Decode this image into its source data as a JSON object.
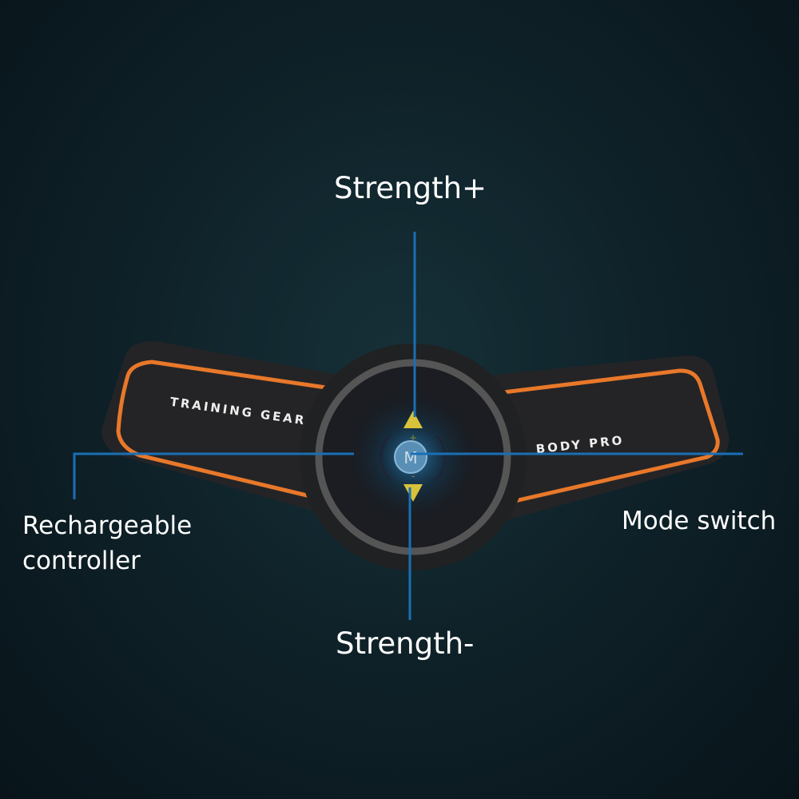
{
  "labels": {
    "strength_plus": "Strength+",
    "strength_minus": "Strength-",
    "controller_line1": "Rechargeable",
    "controller_line2": "controller",
    "mode_switch": "Mode switch"
  },
  "device": {
    "left_wing_text": "TRAINING GEAR",
    "right_wing_text": "BODY PRO",
    "mode_button_glyph": "M",
    "plus_glyph": "+",
    "minus_glyph": "-"
  },
  "colors": {
    "callout_line": "#1a6fb5",
    "accent_stripe": "#e8782a",
    "button_yellow": "#d8c23a",
    "pad": "#232325"
  }
}
